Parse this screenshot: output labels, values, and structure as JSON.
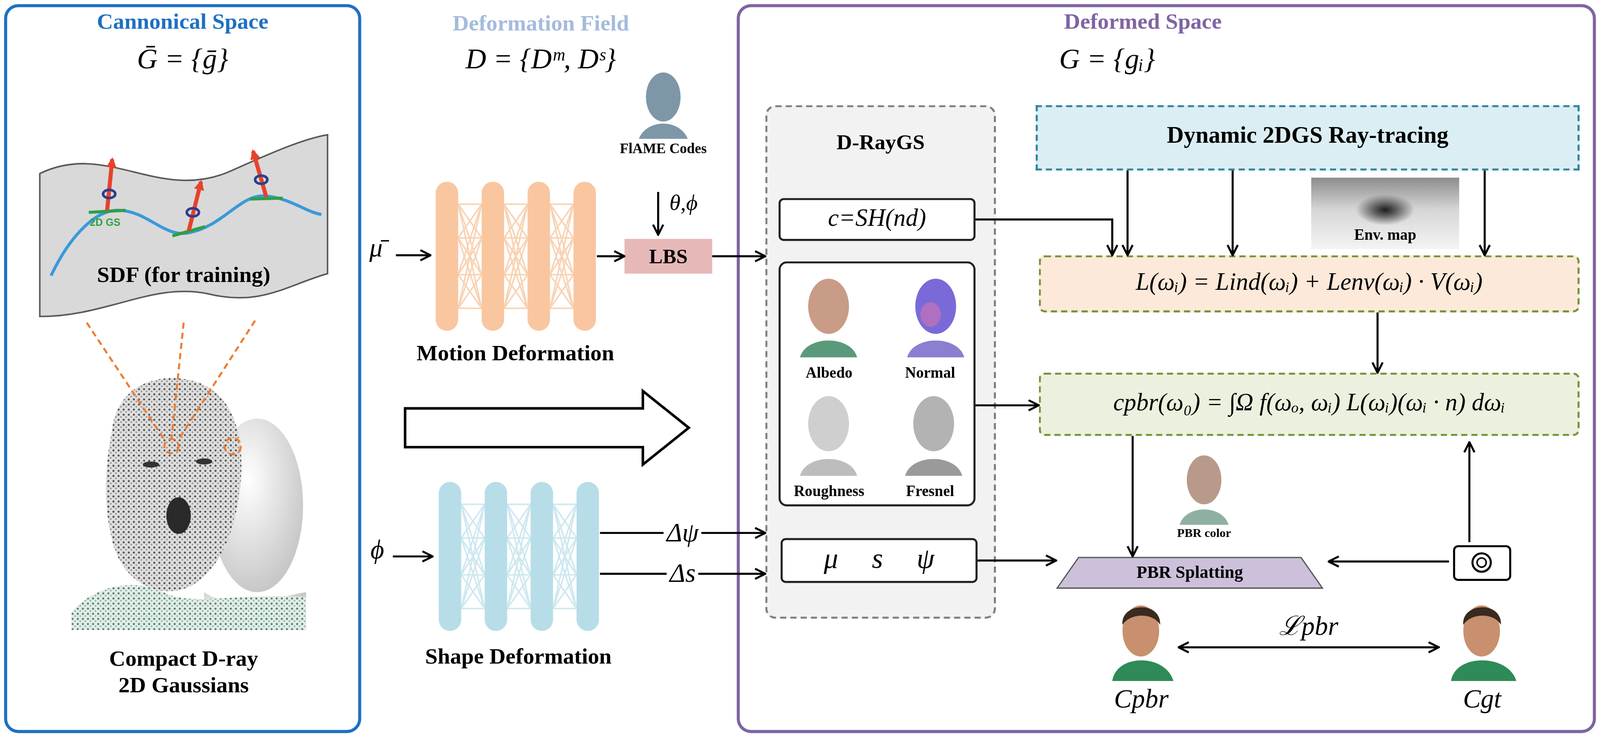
{
  "diagram": {
    "nodes": [
      {
        "text": [
          "Cannonical Space",
          "Ḡ = {ḡ}",
          "Compact D-ray 2D Gaussians"
        ]
      },
      {
        "text": [
          "2D GS",
          "SDF (for training)"
        ],
        "in": 0
      },
      {
        "text": [
          "Motion Deformation"
        ]
      },
      {
        "text": [
          "LBS"
        ]
      },
      {
        "text": [
          "Shape Deformation"
        ]
      },
      {
        "text": [
          "Deformed Space",
          "G = {gᵢ}"
        ]
      },
      {
        "text": [
          "D-RayGS"
        ],
        "in": 5
      },
      {
        "text": [
          "c=SH(nd)"
        ],
        "in": 6
      },
      {
        "text": [
          "Albedo",
          "Normal",
          "Roughness",
          "Fresnel"
        ],
        "in": 6
      },
      {
        "text": [
          "μ s ψ"
        ],
        "in": 6
      },
      {
        "text": [
          "Dynamic 2DGS Ray-tracing"
        ],
        "in": 5
      },
      {
        "text": [
          "Env. map"
        ],
        "in": 5
      },
      {
        "text": [
          "L(ωᵢ) = Lind(ωᵢ) + Lenv(ωᵢ) · V(ωᵢ)"
        ],
        "in": 5
      },
      {
        "text": [
          "cpbr(ω₀) = ∫Ω f(ωₒ, ωᵢ) L(ωᵢ)(ωᵢ · n) dωᵢ"
        ],
        "in": 5
      },
      {
        "text": [
          "PBR Splatting"
        ],
        "in": 5
      },
      {
        "text": [
          "Cpbr"
        ],
        "in": 5
      },
      {
        "text": [
          "Cgt"
        ],
        "in": 5
      }
    ],
    "edges": [
      {
        "from": 2,
        "to": 3,
        "arrow": "to"
      },
      {
        "from": 3,
        "to": 6,
        "arrow": "to"
      },
      {
        "from": 4,
        "to": 6,
        "label": "Δψ",
        "arrow": "to"
      },
      {
        "from": 4,
        "to": 6,
        "label": "Δs",
        "arrow": "to"
      },
      {
        "from": 7,
        "to": 12,
        "arrow": "to"
      },
      {
        "from": 10,
        "to": 12,
        "arrow": "to"
      },
      {
        "from": 10,
        "to": 12,
        "arrow": "to"
      },
      {
        "from": 10,
        "to": 12,
        "arrow": "to"
      },
      {
        "from": 12,
        "to": 13,
        "arrow": "to"
      },
      {
        "from": 8,
        "to": 13,
        "arrow": "to"
      },
      {
        "from": 13,
        "to": 14,
        "arrow": "to"
      },
      {
        "from": 9,
        "to": 14,
        "arrow": "to"
      },
      {
        "from": 15,
        "to": 16,
        "label": "ℒpbr",
        "arrow": "both"
      }
    ],
    "labels": [
      "Deformation Field",
      "D = {Dᵐ, Dˢ}",
      "FlAME Codes",
      "θ,ϕ",
      "μ̄",
      "ϕ",
      "PBR color"
    ]
  }
}
